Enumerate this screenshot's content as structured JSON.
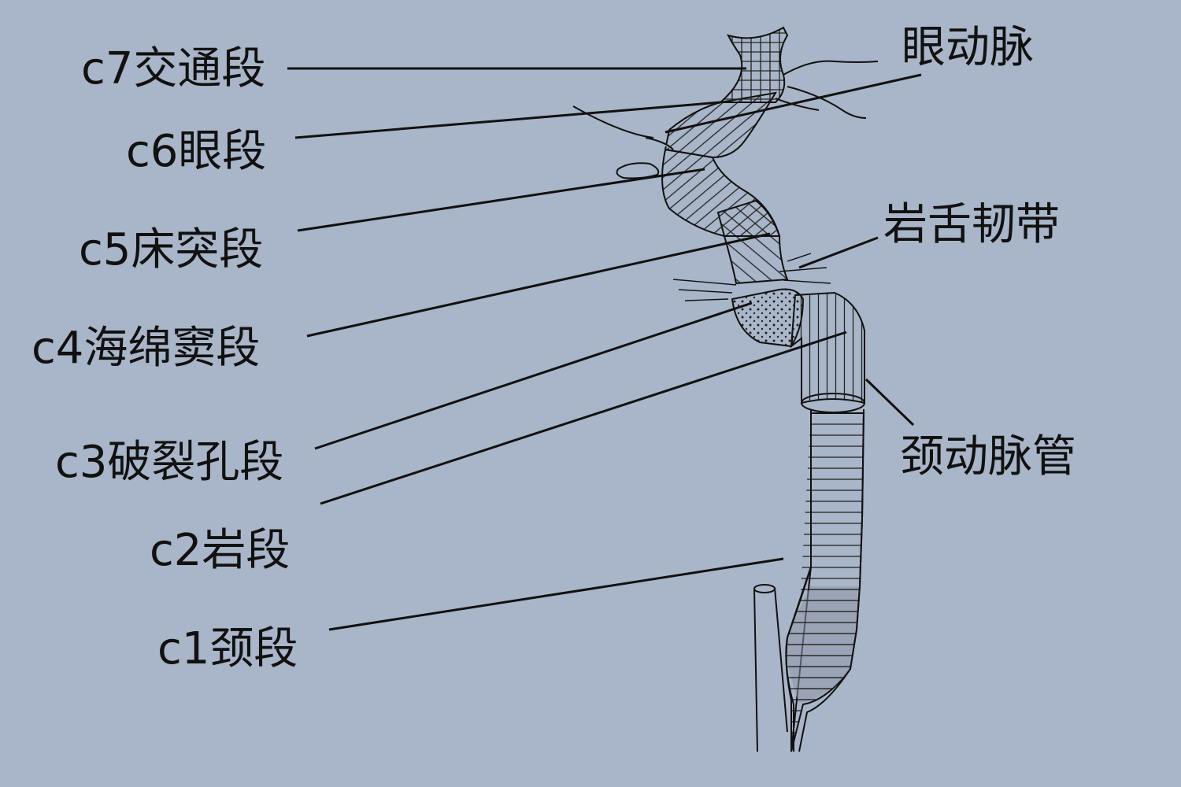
{
  "colors": {
    "background": "#a9b5c8",
    "line": "#111111",
    "vessel_dark": "#8e96a8"
  },
  "labels": {
    "c7": "c7交通段",
    "c6": "c6眼段",
    "c5": "c5床突段",
    "c4": "c4海绵窦段",
    "c3": "c3破裂孔段",
    "c2": "c2岩段",
    "c1": "c1颈段",
    "ophthalmic_artery": "眼动脉",
    "petrolingual_ligament": "岩舌韧带",
    "carotid_canal": "颈动脉管"
  }
}
